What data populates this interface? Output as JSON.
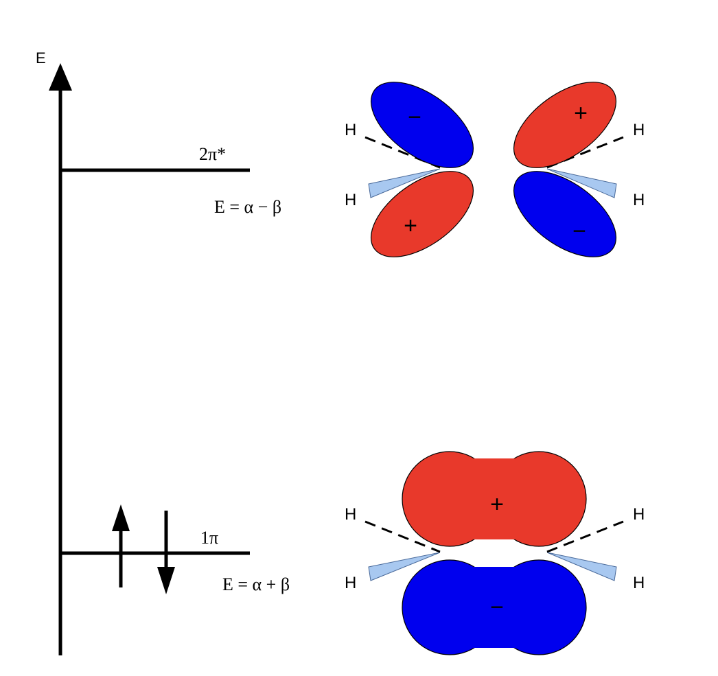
{
  "axis": {
    "label": "E"
  },
  "levels": [
    {
      "id": "antibonding",
      "name": "2π*",
      "energy": "E = α − β",
      "electrons": 0
    },
    {
      "id": "bonding",
      "name": "1π",
      "energy": "E = α + β",
      "electrons": 2
    }
  ],
  "antibonding_orbital": {
    "lobe_signs": {
      "top_left": "−",
      "top_right": "+",
      "bottom_left": "+",
      "bottom_right": "−"
    },
    "h_labels": {
      "top_left": "H",
      "top_right": "H",
      "bottom_left": "H",
      "bottom_right": "H"
    }
  },
  "bonding_orbital": {
    "lobe_signs": {
      "top": "+",
      "bottom": "−"
    },
    "h_labels": {
      "top_left": "H",
      "top_right": "H",
      "bottom_left": "H",
      "bottom_right": "H"
    }
  },
  "colors": {
    "positive_lobe": "#e8392b",
    "negative_lobe": "#0000ee",
    "wedge_bond": "#a8c8f0",
    "line": "#000000"
  }
}
